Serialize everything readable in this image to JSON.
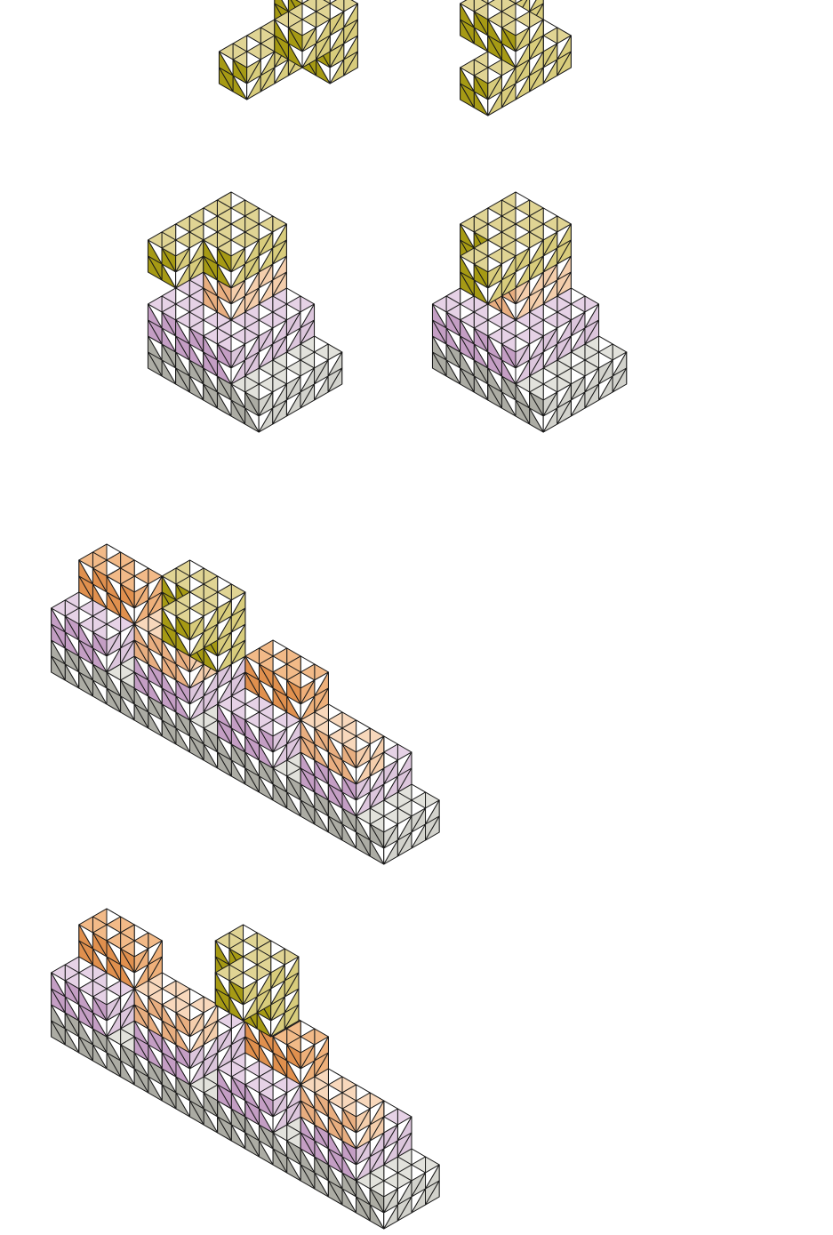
{
  "palette": {
    "olive": {
      "top": "#e0d494",
      "left": "#a69a14",
      "right": "#d8cc7c",
      "tri": "#ffffff"
    },
    "gray": {
      "top": "#e2e2dc",
      "left": "#acaca4",
      "right": "#d2d2cc",
      "tri": "#ffffff"
    },
    "lilac": {
      "top": "#e6d2e6",
      "left": "#c49ec4",
      "right": "#dcc6dc",
      "tri": "#ffffff"
    },
    "peach": {
      "top": "#f8d8bc",
      "left": "#e8ae80",
      "right": "#f4ceac",
      "tri": "#ffffff"
    },
    "orange": {
      "top": "#f2ba88",
      "left": "#e0904e",
      "right": "#eeb07a",
      "tri": "#ffffff"
    },
    "stroke": "#1a1a1a"
  },
  "figures": [
    {
      "name": "figure-1-top-pair",
      "pieces": [
        {
          "name": "olive-piece-left",
          "color": "olive",
          "cubes": [
            [
              0,
              0,
              0
            ],
            [
              1,
              0,
              0
            ],
            [
              0,
              1,
              0
            ],
            [
              0,
              2,
              0
            ],
            [
              0,
              0,
              1
            ],
            [
              1,
              0,
              1
            ],
            [
              1,
              1,
              1
            ]
          ]
        },
        {
          "name": "olive-piece-right",
          "color": "olive",
          "cubes": [
            [
              0,
              0,
              0
            ],
            [
              1,
              0,
              0
            ],
            [
              1,
              1,
              0
            ],
            [
              1,
              2,
              0
            ],
            [
              0,
              0,
              1
            ],
            [
              0,
              1,
              1
            ],
            [
              1,
              1,
              1
            ]
          ]
        }
      ]
    },
    {
      "name": "figure-2-stacked-pair",
      "pieces": [
        {
          "name": "gray-layer-left",
          "color": "gray",
          "cubes": [
            [
              0,
              0,
              0
            ],
            [
              1,
              0,
              0
            ],
            [
              2,
              0,
              0
            ],
            [
              3,
              0,
              0
            ],
            [
              0,
              1,
              0
            ],
            [
              3,
              1,
              0
            ],
            [
              0,
              2,
              0
            ],
            [
              1,
              2,
              0
            ],
            [
              2,
              2,
              0
            ],
            [
              3,
              2,
              0
            ]
          ]
        },
        {
          "name": "lilac-layer-left",
          "color": "lilac",
          "cubes": [
            [
              0,
              0,
              1
            ],
            [
              1,
              0,
              1
            ],
            [
              2,
              0,
              1
            ],
            [
              0,
              1,
              1
            ],
            [
              2,
              1,
              1
            ],
            [
              0,
              2,
              1
            ],
            [
              1,
              2,
              1
            ],
            [
              2,
              2,
              1
            ]
          ]
        },
        {
          "name": "peach-layer-left",
          "color": "peach",
          "cubes": [
            [
              0,
              0,
              2
            ],
            [
              1,
              0,
              2
            ],
            [
              1,
              1,
              2
            ]
          ]
        },
        {
          "name": "olive-cap-left",
          "color": "olive",
          "cubes": [
            [
              0,
              0,
              3
            ],
            [
              1,
              0,
              3
            ],
            [
              0,
              1,
              3
            ],
            [
              0,
              2,
              3
            ],
            [
              1,
              1,
              3
            ]
          ]
        },
        {
          "name": "gray-layer-right",
          "color": "gray",
          "cubes": [
            [
              0,
              0,
              0
            ],
            [
              1,
              0,
              0
            ],
            [
              2,
              0,
              0
            ],
            [
              3,
              0,
              0
            ],
            [
              0,
              1,
              0
            ],
            [
              3,
              1,
              0
            ],
            [
              0,
              2,
              0
            ],
            [
              1,
              2,
              0
            ],
            [
              2,
              2,
              0
            ],
            [
              3,
              2,
              0
            ]
          ]
        },
        {
          "name": "lilac-layer-right",
          "color": "lilac",
          "cubes": [
            [
              0,
              0,
              1
            ],
            [
              1,
              0,
              1
            ],
            [
              2,
              0,
              1
            ],
            [
              0,
              1,
              1
            ],
            [
              2,
              1,
              1
            ],
            [
              0,
              2,
              1
            ],
            [
              1,
              2,
              1
            ],
            [
              2,
              2,
              1
            ]
          ]
        },
        {
          "name": "peach-layer-right",
          "color": "peach",
          "cubes": [
            [
              0,
              0,
              2
            ],
            [
              1,
              0,
              2
            ],
            [
              1,
              1,
              2
            ]
          ]
        },
        {
          "name": "olive-cap-right",
          "color": "olive",
          "cubes": [
            [
              0,
              0,
              3
            ],
            [
              1,
              0,
              3
            ],
            [
              1,
              1,
              3
            ],
            [
              1,
              2,
              3
            ],
            [
              0,
              1,
              3
            ]
          ]
        }
      ]
    },
    {
      "name": "figure-3-row-assembly",
      "pieces": [
        {
          "name": "gray-band",
          "color": "gray",
          "cubes": []
        },
        {
          "name": "lilac-band",
          "color": "lilac",
          "cubes": []
        },
        {
          "name": "orange-cores",
          "color": "orange",
          "cubes": []
        },
        {
          "name": "peach-feet",
          "color": "peach",
          "cubes": []
        },
        {
          "name": "olive-top",
          "color": "olive",
          "cubes": []
        }
      ]
    },
    {
      "name": "figure-4-row-assembly",
      "pieces": [
        {
          "name": "gray-band",
          "color": "gray",
          "cubes": []
        },
        {
          "name": "lilac-band",
          "color": "lilac",
          "cubes": []
        },
        {
          "name": "orange-cores",
          "color": "orange",
          "cubes": []
        },
        {
          "name": "peach-feet",
          "color": "peach",
          "cubes": []
        },
        {
          "name": "olive-top",
          "color": "olive",
          "cubes": []
        }
      ]
    }
  ]
}
